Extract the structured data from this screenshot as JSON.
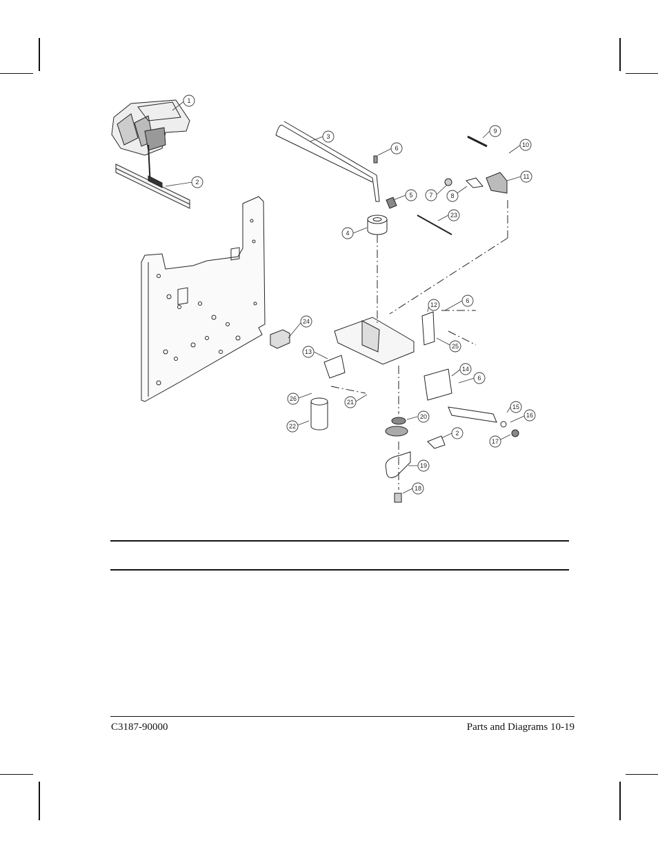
{
  "footer": {
    "doc_number": "C3187-90000",
    "section_page": "Parts and Diagrams  10-19"
  },
  "diagram": {
    "callouts": [
      "1",
      "2",
      "3",
      "6",
      "9",
      "10",
      "11",
      "7",
      "8",
      "5",
      "23",
      "4",
      "12",
      "6",
      "25",
      "24",
      "13",
      "14",
      "6",
      "26",
      "21",
      "22",
      "20",
      "15",
      "16",
      "2",
      "17",
      "19",
      "18"
    ]
  }
}
